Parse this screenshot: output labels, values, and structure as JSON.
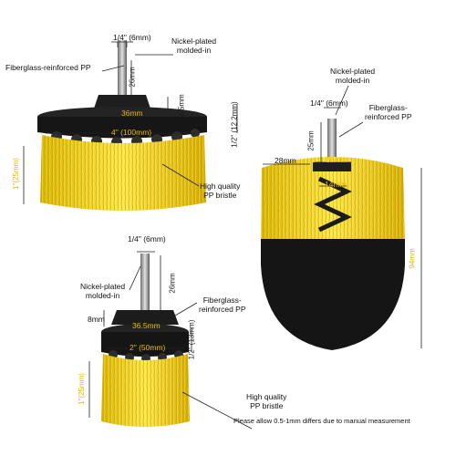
{
  "brush1": {
    "shank": "1/4\" (6mm)",
    "nickel": [
      "Nickel-plated",
      "molded-in"
    ],
    "fiberglass": "Fiberglass-reinforced PP",
    "shank_len": "26mm",
    "hub": "36mm",
    "hub_h": "8.5mm",
    "width": "4\" (100mm)",
    "base_h": "1/2\" (12.2mm)",
    "bristle_h": "1\"(25mm)",
    "bristle": [
      "High quality",
      "PP bristle"
    ]
  },
  "brush2": {
    "nickel": [
      "Nickel-plated",
      "molded-in"
    ],
    "shank": "1/4\" (6mm)",
    "fiberglass": [
      "Fiberglass-",
      "reinforced PP"
    ],
    "shank_len": "25mm",
    "width": "28mm",
    "hub": "16mm",
    "inner": "14mm",
    "height": "94mm"
  },
  "brush3": {
    "shank": "1/4\" (6mm)",
    "nickel": [
      "Nickel-plated",
      "molded-in"
    ],
    "shank_len": "26mm",
    "fiberglass": [
      "Fiberglass-",
      "reinforced PP"
    ],
    "hub_h": "8mm",
    "hub": "36.5mm",
    "width": "2\" (50mm)",
    "base_h": "1/2\" (13mm)",
    "bristle_h": "1\"(25mm)",
    "bristle": [
      "High quality",
      "PP bristle"
    ]
  },
  "note": "Please allow 0.5-1mm differs due to manual measurement"
}
